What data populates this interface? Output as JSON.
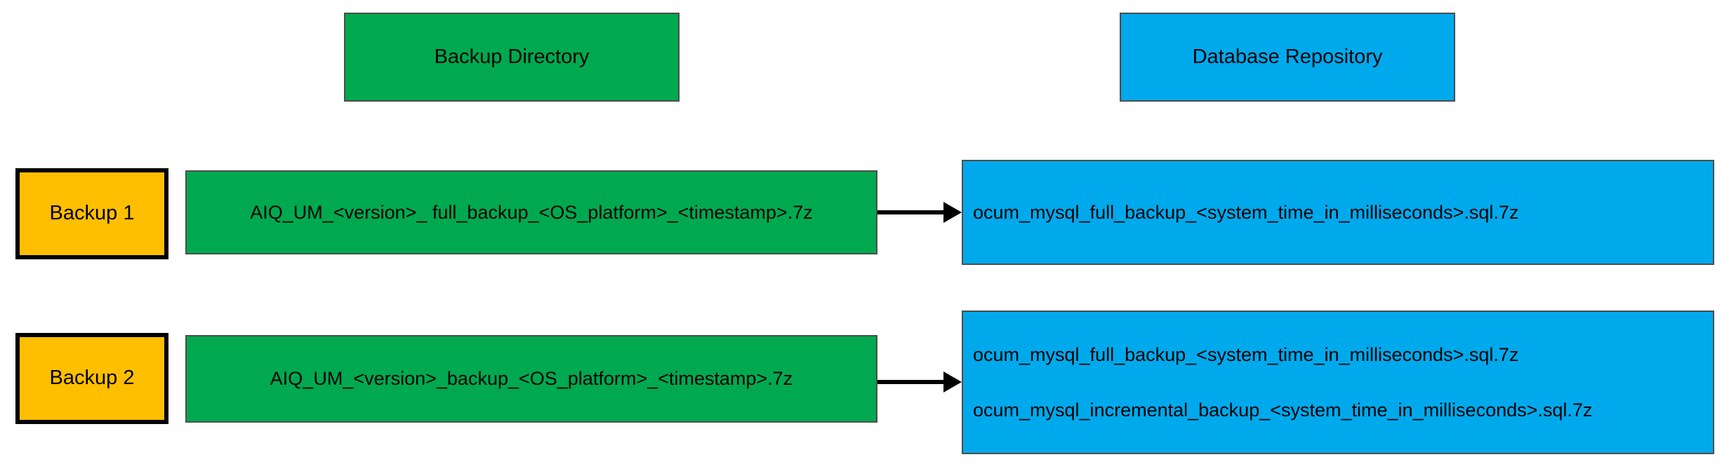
{
  "diagram": {
    "type": "flow-mapping",
    "columns": [
      {
        "id": "backup-directory",
        "label": "Backup Directory",
        "color": "#00a94f"
      },
      {
        "id": "database-repository",
        "label": "Database Repository",
        "color": "#00a9ec"
      }
    ],
    "rows": [
      {
        "id": "backup-1",
        "source_label": "Backup 1",
        "source_color": "#ffbf00",
        "backup_file": "AIQ_UM_<version>_ full_backup_<OS_platform>_<timestamp>.7z",
        "repository_files": [
          "ocum_mysql_full_backup_<system_time_in_milliseconds>.sql.7z"
        ],
        "connector": "arrow-right"
      },
      {
        "id": "backup-2",
        "source_label": "Backup 2",
        "source_color": "#ffbf00",
        "backup_file": "AIQ_UM_<version>_backup_<OS_platform>_<timestamp>.7z",
        "repository_files": [
          "ocum_mysql_full_backup_<system_time_in_milliseconds>.sql.7z",
          "ocum_mysql_incremental_backup_<system_time_in_milliseconds>.sql.7z"
        ],
        "connector": "arrow-right"
      }
    ]
  }
}
